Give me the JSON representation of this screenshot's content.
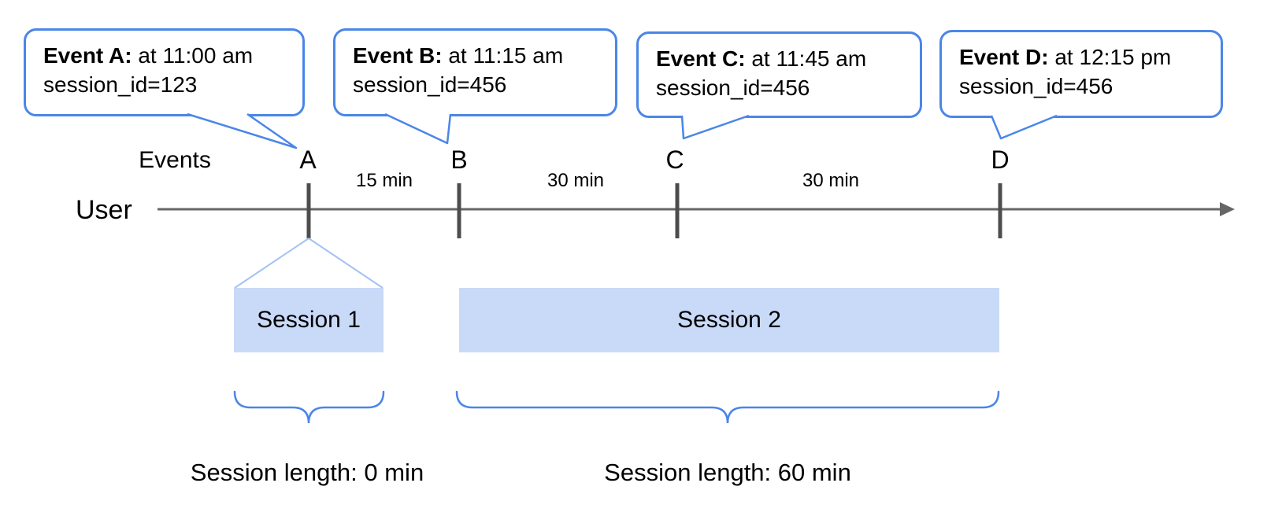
{
  "axis": {
    "events_label": "Events",
    "user_label": "User"
  },
  "events": [
    {
      "letter": "A",
      "callout_title": "Event A:",
      "callout_time": "at 11:00 am",
      "callout_session": "session_id=123"
    },
    {
      "letter": "B",
      "callout_title": "Event B:",
      "callout_time": "at 11:15 am",
      "callout_session": "session_id=456"
    },
    {
      "letter": "C",
      "callout_title": "Event C:",
      "callout_time": "at 11:45 am",
      "callout_session": "session_id=456"
    },
    {
      "letter": "D",
      "callout_title": "Event D:",
      "callout_time": "at 12:15 pm",
      "callout_session": "session_id=456"
    }
  ],
  "intervals": [
    {
      "label": "15 min"
    },
    {
      "label": "30 min"
    },
    {
      "label": "30 min"
    }
  ],
  "sessions": [
    {
      "name": "Session 1",
      "length_label": "Session length: 0 min"
    },
    {
      "name": "Session 2",
      "length_label": "Session length: 60 min"
    }
  ],
  "colors": {
    "accent": "#4a86e8",
    "light_line": "#a4c2f4",
    "session_fill": "#c9daf8",
    "axis_line": "#666666",
    "tick": "#4d4d4d",
    "text": "#000000"
  }
}
